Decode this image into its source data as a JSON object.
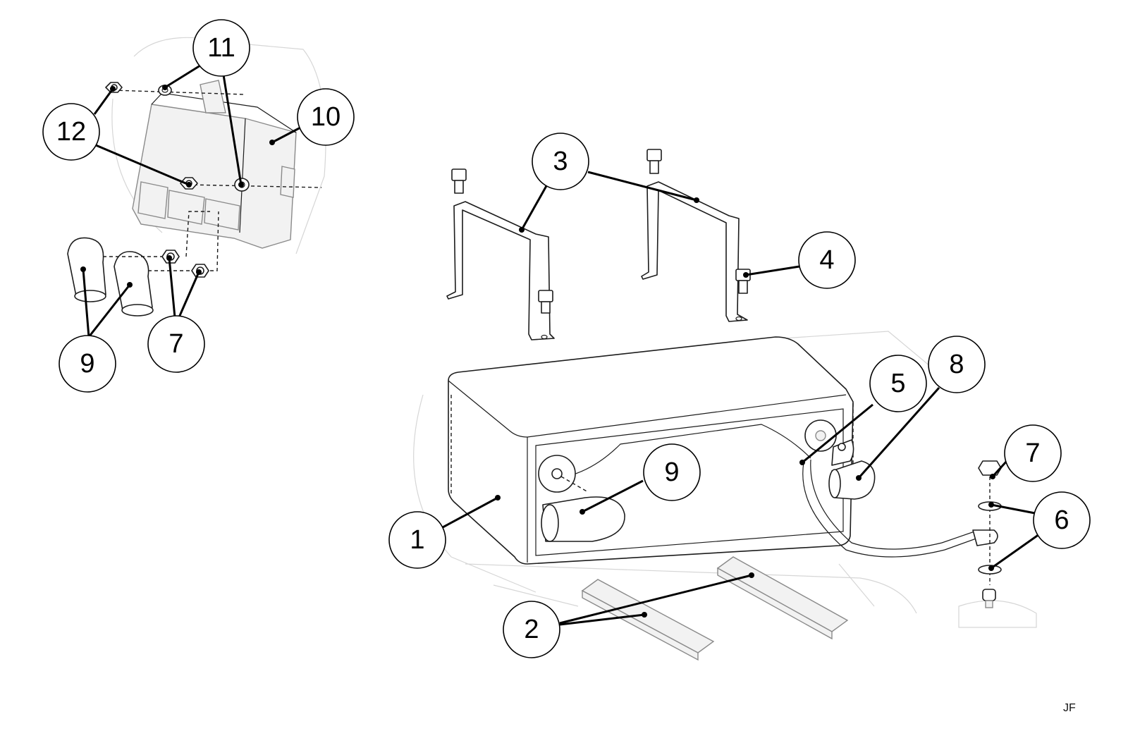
{
  "callouts": {
    "c1": "1",
    "c2": "2",
    "c3": "3",
    "c4": "4",
    "c5": "5",
    "c6": "6",
    "c7a": "7",
    "c7b": "7",
    "c8": "8",
    "c9a": "9",
    "c9b": "9",
    "c10": "10",
    "c11": "11",
    "c12": "12"
  },
  "signature": "JF"
}
